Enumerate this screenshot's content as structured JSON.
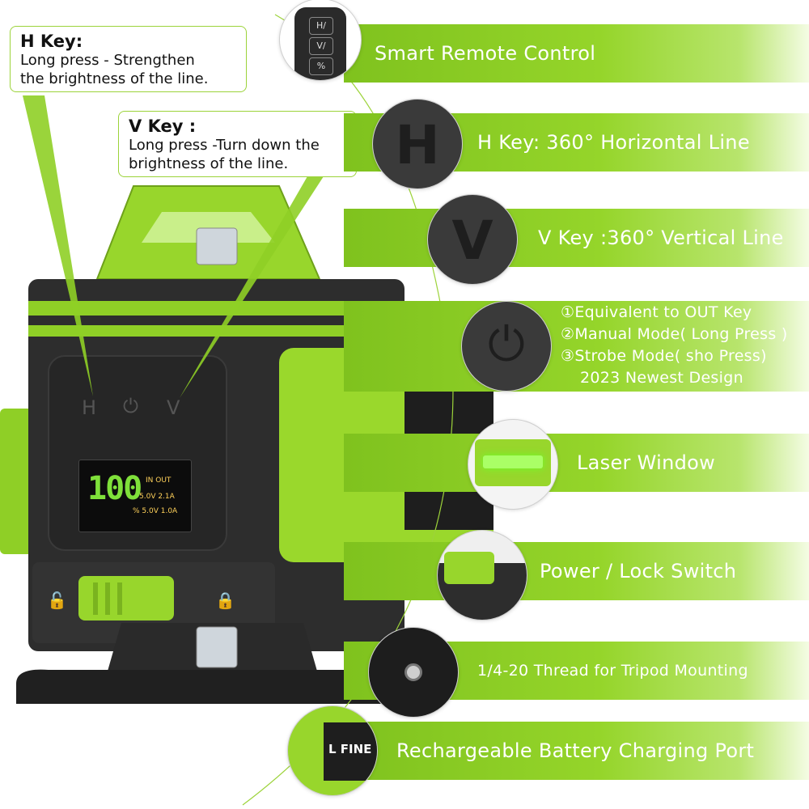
{
  "callouts": {
    "h_key": {
      "title": "H Key:",
      "line1": "Long press - Strengthen",
      "line2": "the brightness of the line."
    },
    "v_key": {
      "title": "V Key :",
      "line1": "Long press -Turn down the",
      "line2": "brightness of the line."
    }
  },
  "features": [
    {
      "label": "Smart Remote Control"
    },
    {
      "label": "H Key: 360° Horizontal Line"
    },
    {
      "label": "V Key :360° Vertical Line"
    },
    {
      "lines": [
        "①Equivalent to OUT Key",
        "②Manual Mode( Long Press )",
        "③Strobe Mode( sho Press)",
        "2023 Newest Design"
      ]
    },
    {
      "label": "Laser Window"
    },
    {
      "label": "Power / Lock Switch"
    },
    {
      "label": "1/4-20 Thread for Tripod Mounting"
    },
    {
      "label": "Rechargeable Battery Charging Port"
    }
  ],
  "remote_keys": [
    "H/",
    "V/",
    "%"
  ],
  "device": {
    "panel_keys": {
      "h": "H",
      "v": "V"
    },
    "key_letters": {
      "h": "H",
      "v": "V"
    },
    "display": {
      "value": "100",
      "header": "IN OUT",
      "row1": "5.0V 2.1A",
      "row2": "% 5.0V 1.0A"
    },
    "brand": "L FINE"
  },
  "colors": {
    "accent": "#8fcf26",
    "body": "#2b2b2b"
  }
}
